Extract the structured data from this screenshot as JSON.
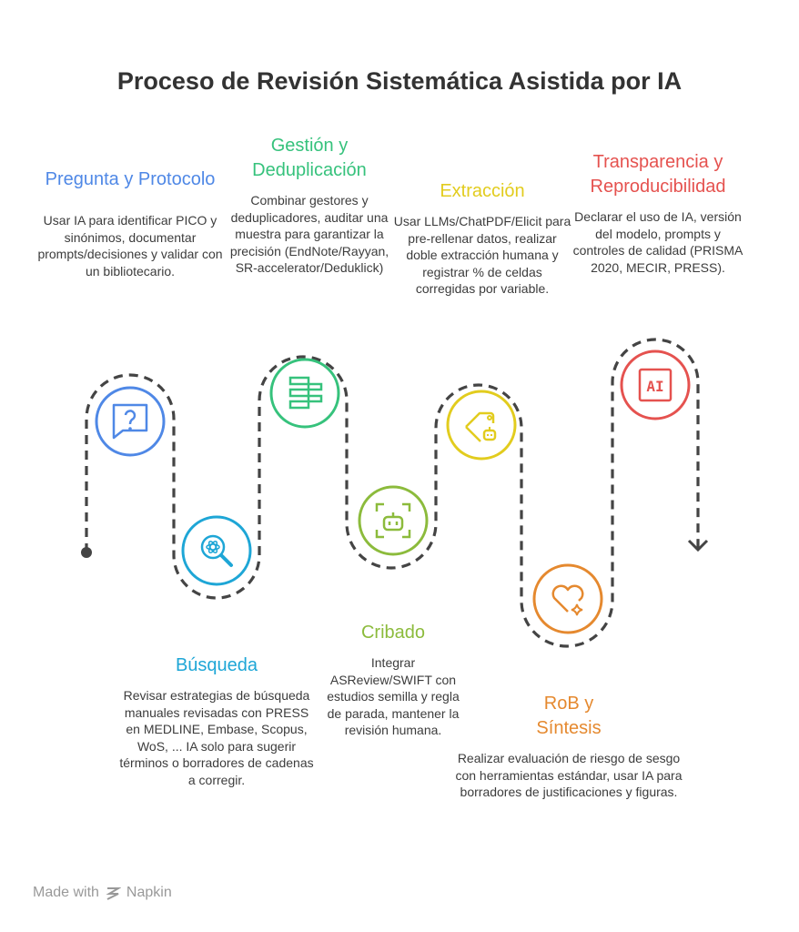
{
  "title": "Proceso de Revisión Sistemática Asistida por IA",
  "steps": [
    {
      "title": "Pregunta y Protocolo",
      "text": "Usar IA para identificar PICO y sinónimos, documentar prompts/decisiones y validar con un bibliotecario.",
      "color": "#4f88e6",
      "icon": "question-chat-icon"
    },
    {
      "title": "Búsqueda",
      "text": "Revisar estrategias de búsqueda manuales revisadas con PRESS en MEDLINE, Embase, Scopus, WoS, ... IA solo para sugerir términos o borradores de cadenas a corregir.",
      "color": "#1ea6d6",
      "icon": "atom-search-icon"
    },
    {
      "title": "Gestión y Deduplicación",
      "text": "Combinar gestores y deduplicadores, auditar una muestra para garantizar la precisión (EndNote/Rayyan, SR-accelerator/Deduklick)",
      "color": "#36c27c",
      "icon": "list-dedup-icon"
    },
    {
      "title": "Cribado",
      "text": "Integrar ASReview/SWIFT con estudios semilla y regla de parada, mantener la revisión humana.",
      "color": "#8cbb3c",
      "icon": "robot-scan-icon"
    },
    {
      "title": "Extracción",
      "text": "Usar LLMs/ChatPDF/Elicit para pre-rellenar datos, realizar doble extracción humana y registrar % de celdas corregidas por variable.",
      "color": "#e2cc1e",
      "icon": "tag-robot-icon"
    },
    {
      "title": "RoB y Síntesis",
      "text": "Realizar evaluación de riesgo de sesgo con herramientas estándar, usar IA para borradores de justificaciones y figuras.",
      "color": "#e5892f",
      "icon": "heart-sparkle-icon"
    },
    {
      "title": "Transparencia y Reproducibilidad",
      "text": "Declarar el uso de IA, versión del modelo, prompts y controles de calidad (PRISMA 2020, MECIR, PRESS).",
      "color": "#e5524f",
      "icon": "ai-chip-icon"
    }
  ],
  "footer": {
    "made_with": "Made with",
    "brand": "Napkin"
  }
}
